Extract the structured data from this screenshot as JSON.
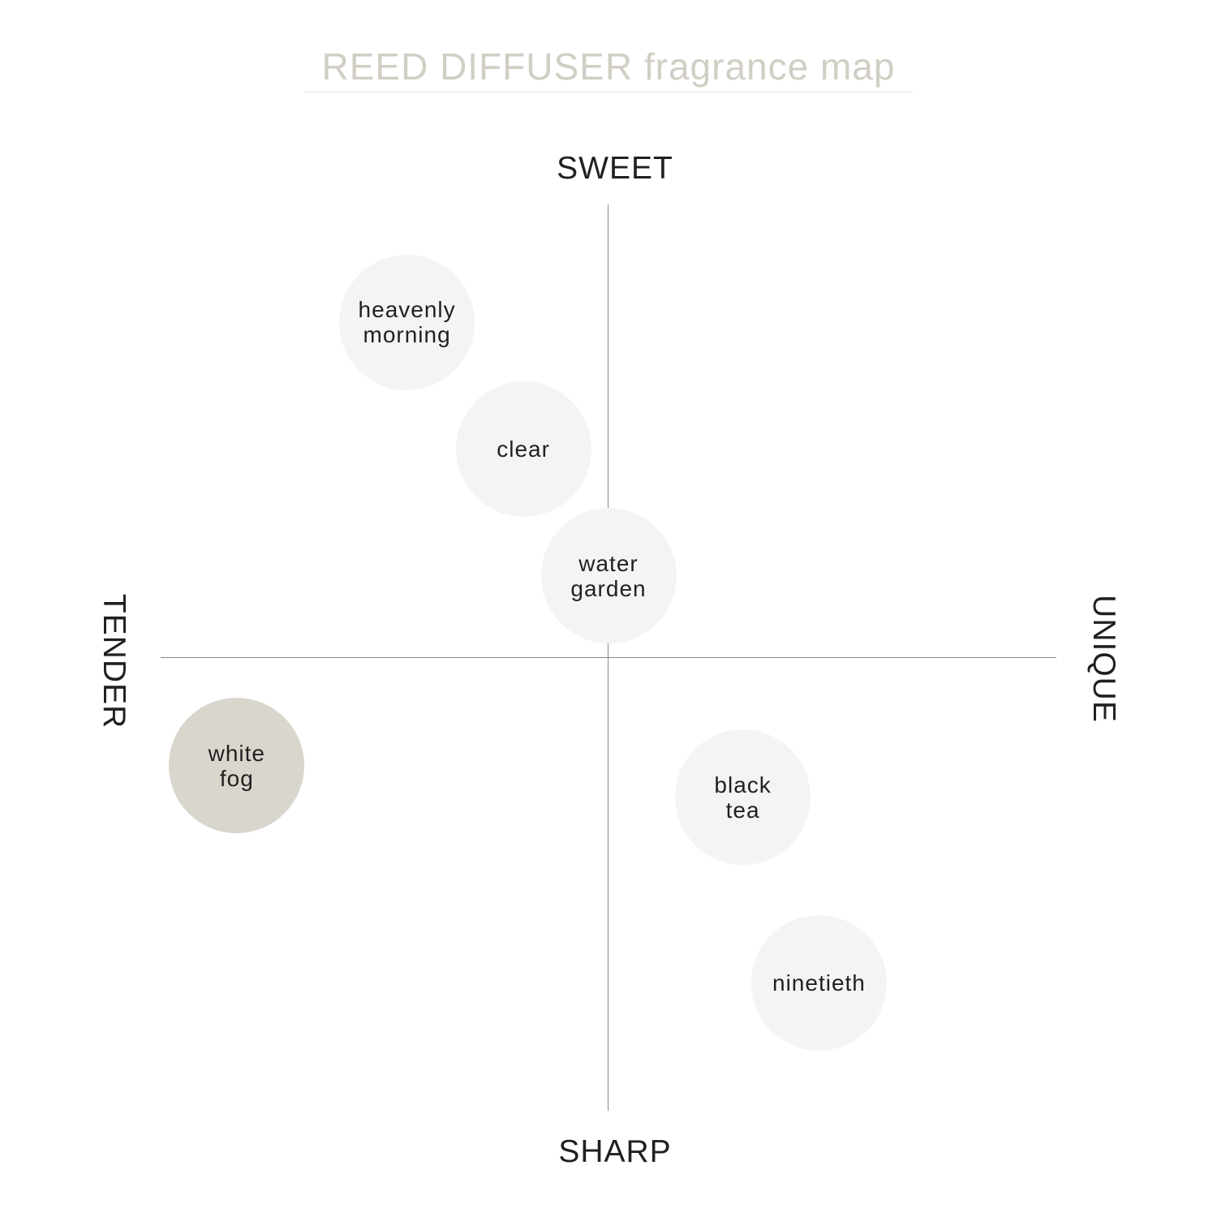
{
  "title": {
    "strong": "REED DIFFUSER",
    "light": "fragrance map",
    "color": "#d1cec4"
  },
  "rule_color": "#e2e0da",
  "axes": {
    "top": "SWEET",
    "bottom": "SHARP",
    "left": "TENDER",
    "right": "UNIQUE",
    "line_color": "#8a8a8a"
  },
  "colors": {
    "bubble_default": "#f4f4f4",
    "bubble_highlight": "#d8d6cd"
  },
  "fragrances": [
    {
      "name": "heavenly\nmorning",
      "x": -0.45,
      "y": 0.74,
      "highlight": false
    },
    {
      "name": "clear",
      "x": -0.19,
      "y": 0.46,
      "highlight": false
    },
    {
      "name": "water\ngarden",
      "x": 0.0,
      "y": 0.18,
      "highlight": false
    },
    {
      "name": "white\nfog",
      "x": -0.83,
      "y": -0.24,
      "highlight": true
    },
    {
      "name": "black\ntea",
      "x": 0.3,
      "y": -0.31,
      "highlight": false
    },
    {
      "name": "ninetieth",
      "x": 0.47,
      "y": -0.72,
      "highlight": false
    }
  ]
}
